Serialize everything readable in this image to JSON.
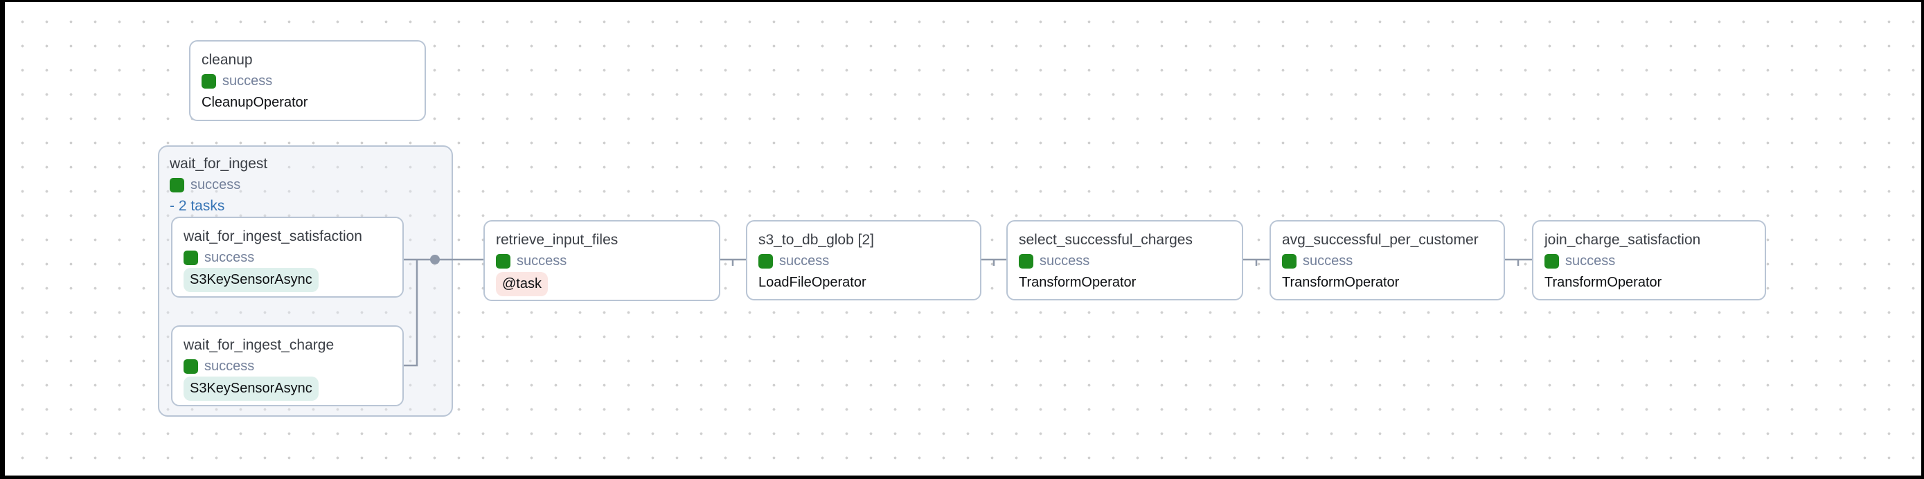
{
  "app": {
    "view": "dag-graph"
  },
  "colors": {
    "success_green": "#1d8a1d",
    "status_text": "#74819b",
    "link_blue": "#3674b5",
    "node_border": "#b9c5d5",
    "edge_gray": "#8f99aa",
    "teal_pill_bg": "#def0ec",
    "pink_pill_bg": "#fbe6e3"
  },
  "group": {
    "title": "wait_for_ingest",
    "status": "success",
    "tasks_toggle": "- 2 tasks"
  },
  "nodes": [
    {
      "title": "cleanup",
      "status": "success",
      "operator": "CleanupOperator"
    },
    {
      "title": "wait_for_ingest_satisfaction",
      "status": "success",
      "operator": "S3KeySensorAsync"
    },
    {
      "title": "wait_for_ingest_charge",
      "status": "success",
      "operator": "S3KeySensorAsync"
    },
    {
      "title": "retrieve_input_files",
      "status": "success",
      "operator": "@task"
    },
    {
      "title": "s3_to_db_glob [2]",
      "status": "success",
      "operator": "LoadFileOperator"
    },
    {
      "title": "select_successful_charges",
      "status": "success",
      "operator": "TransformOperator"
    },
    {
      "title": "avg_successful_per_customer",
      "status": "success",
      "operator": "TransformOperator"
    },
    {
      "title": "join_charge_satisfaction",
      "status": "success",
      "operator": "TransformOperator"
    }
  ]
}
